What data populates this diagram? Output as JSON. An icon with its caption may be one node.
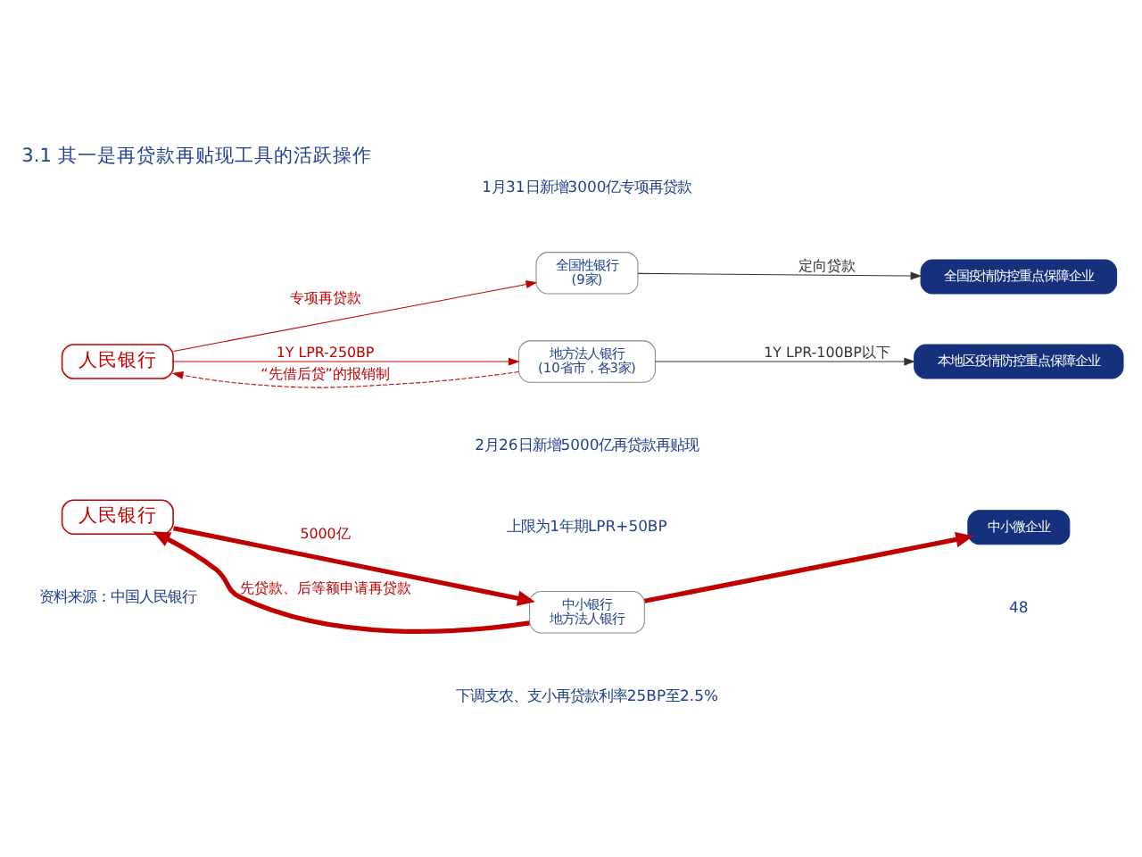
{
  "diagram": {
    "title": "3.1 其一是再贷款再贴现工具的活跃操作",
    "nodes": [
      {
        "text": [
          "人民银行"
        ]
      },
      {
        "text": [
          "全国性银行",
          "(9家)"
        ]
      },
      {
        "text": [
          "地方法人银行",
          "(10省市，各3家)"
        ]
      },
      {
        "text": [
          "全国疫情防控重点保障企业"
        ]
      },
      {
        "text": [
          "本地区疫情防控重点保障企业"
        ]
      },
      {
        "text": [
          "人民银行"
        ]
      },
      {
        "text": [
          "中小银行",
          "地方法人银行"
        ]
      },
      {
        "text": [
          "中小微企业"
        ]
      }
    ],
    "edges": [
      {
        "from": 0,
        "to": 1,
        "arrow": "to",
        "label": "专项再贷款"
      },
      {
        "from": 0,
        "to": 2,
        "arrow": "to",
        "label": "1Y LPR-250BP"
      },
      {
        "from": 1,
        "to": 3,
        "arrow": "to",
        "label": "定向贷款",
        "color": "#333333"
      },
      {
        "from": 2,
        "to": 4,
        "arrow": "to",
        "label": "1Y LPR-100BP以下",
        "color": "#333333"
      },
      {
        "from": 2,
        "to": 0,
        "arrow": "to",
        "label": "“先借后贷”的报销制",
        "style": "dashed"
      },
      {
        "from": 5,
        "to": 6,
        "arrow": "to",
        "label": "5000亿",
        "style": "thick"
      },
      {
        "from": 6,
        "to": 7,
        "arrow": "to",
        "style": "thick"
      },
      {
        "from": 6,
        "to": 5,
        "arrow": "to",
        "label": "先贷款、后等额申请再贷款",
        "style": "thick"
      }
    ],
    "labels": [
      "1月31日新增3000亿专项再贷款",
      "2月26日新增5000亿再贷款再贴现",
      "上限为1年期LPR+50BP",
      "下调支农、支小再贷款利率25BP至2.5%",
      "资料来源：中国人民银行",
      "48"
    ]
  }
}
